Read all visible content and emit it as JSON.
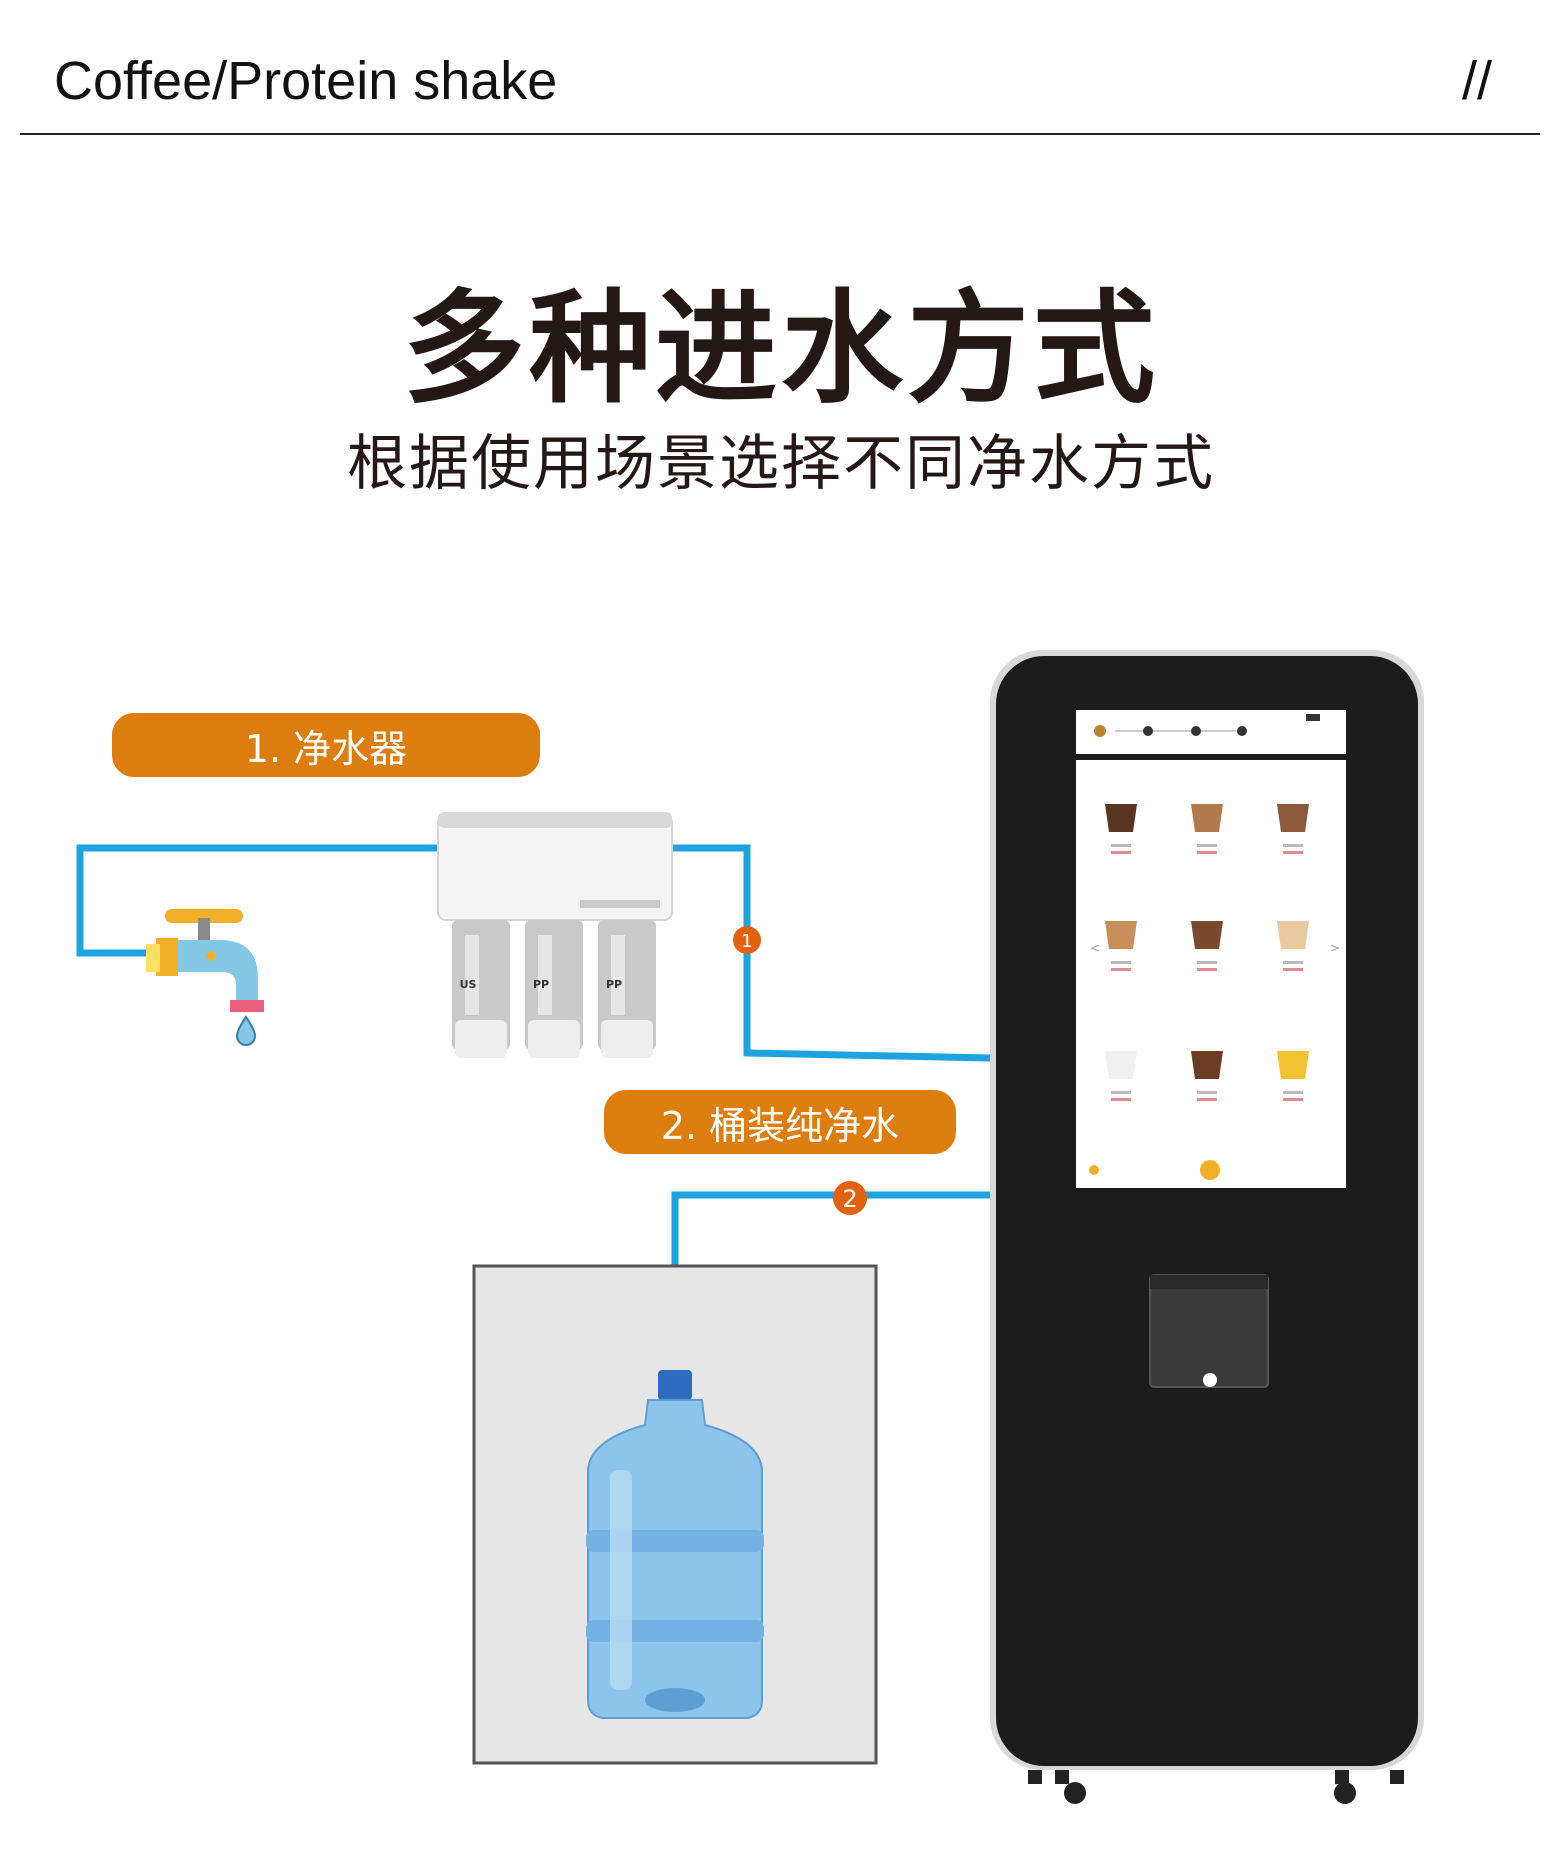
{
  "header": {
    "title": "Coffee/Protein shake",
    "mark": "//"
  },
  "main": {
    "title": "多种进水方式",
    "subtitle": "根据使用场景选择不同净水方式"
  },
  "options": [
    {
      "label": "1. 净水器",
      "marker": "1"
    },
    {
      "label": "2. 桶装纯净水",
      "marker": "2"
    }
  ],
  "filter": {
    "cartridge_labels": [
      "US",
      "PP",
      "PP"
    ]
  },
  "machine_screen": {
    "carousel": {
      "prev": "<",
      "next": ">"
    }
  },
  "colors": {
    "accent_orange": "#dc7d0e",
    "pipe_blue": "#1fa3e0",
    "marker_orange": "#e2620f",
    "machine_body": "#1c1c1c",
    "text_dark": "#231815"
  }
}
